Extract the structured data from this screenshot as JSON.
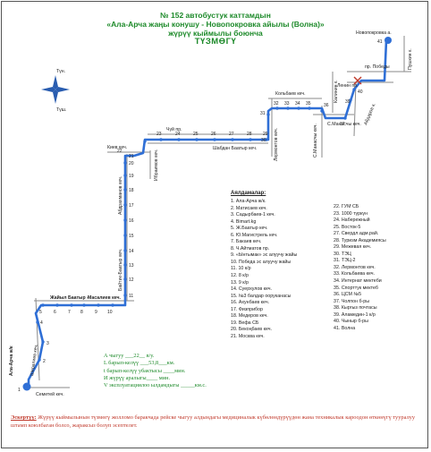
{
  "title": {
    "line1": "№ 152  автобустук каттамдын",
    "line2": "«Ала-Арча жаңы конушу  - Новопокровка айылы (Волна)»",
    "line3": "жүрүү кыймылы боюнча",
    "line4": "ТҮЗМӨГҮ"
  },
  "compass": {
    "north": "Түн.",
    "south": "Түш."
  },
  "streets": {
    "ala_archa": "Ала-Арча ж/к",
    "semetey": "Семетей кеч.",
    "sheraliev": "Шералиев кеч.",
    "zhail_batyr": "Жайыл Баатыр -",
    "masaliev": "Масалиев кеч.",
    "baytik": "Байтик-Баатыр кеч.",
    "abdrakhmanov": "Абдрахманов кеч.",
    "kiev": "Киев кеч.",
    "ibraimov": "Ибраимов кеч.",
    "chuy": "Чүй пр.",
    "shabdan": "Шабдан Баатыр кеч.",
    "lermontov": "Лермонтов кеч.",
    "kolbaev": "Кольбаев кеч.",
    "manas": "С.Манасчы кеч.",
    "manas2": "С.Манасчы кеч.",
    "kalinin": "Калинин к.",
    "pobedy": "пр. Победы",
    "lenin": "Ленин пр.",
    "aydarov": "Айдаров к.",
    "pushkin": "Пушкин к.",
    "novopokrovka": "Новопокровка а."
  },
  "stops_title": "Аялдамалар:",
  "stops_col1": [
    "1. Ала-Арча ж/к.",
    "2. Матисаев кеч.",
    "3. Садырбаев-1 кеч.",
    "4. Bimart.kg",
    "5. Ж.Баатыр кеч.",
    "6. Ю.Магистрель кеч.",
    "7. Бакаев кеч.",
    "8. Ч.Айтматов пр.",
    "9. «Ынтымак» эс алуучу жайы",
    "10. Победа эс алуучу жайы",
    "11. 10 к/р",
    "12. 8 к/р",
    "13. 9 к/р",
    "14. Суерхулов кеч.",
    "15. №3 балдар ооруканасы",
    "16. Ахунбаев кеч.",
    "17. Физприбор",
    "18. Медеров кеч.",
    "19. Вефа СБ",
    "20. Бекоңбаев кеч.",
    "21. Москва кеч."
  ],
  "stops_col2": [
    "22. ГУМ СБ",
    "23. 1000 түркүн",
    "24. Набережный",
    "25. Восток-5",
    "27. Свердл.адм.рай.",
    "28. Туризм Академиясы",
    "29. Межевая кеч.",
    "30. ТЭЦ",
    "31. ТЭЦ-2",
    "32. Лермонтов кеч.",
    "33. Кольбаева кеч.",
    "34. Интернат мектеби",
    "35. Спорттук мектеб",
    "36. ЦСМ №5",
    "37. Чолпон б-ры",
    "38. Кыргыз почтасы",
    "39. Аламедин-1 к/р",
    "40. Чыныр б-ры",
    "41. Волна"
  ],
  "info": {
    "line1": "А чыгуу ___22__ в/у.",
    "line2": "L барып-келүү ___53,8___км.",
    "line3": "t барып-келүү убактысы ____мин.",
    "line4": "И жүрүү аралыгы____ мин.",
    "line5": "V эксплуатациялоо ылдамдыгы _____км.с."
  },
  "note": {
    "label": "Эскертүү:",
    "text": "Жүрүү кыймылынын түзмөгү жолломо баракчада рейске чыгуу алдындагы медициналык күбөлөндүрүүдөн жана техникалык кароодон өткөнүгү тууралуу штамп коюлбаган болсо, жараксыз болуп эсептелет."
  },
  "colors": {
    "route": "#2f6fd6",
    "road": "#8a8a8a",
    "title": "#1d8a2a",
    "note": "#c0392b",
    "stop": "#2f6fd6"
  }
}
